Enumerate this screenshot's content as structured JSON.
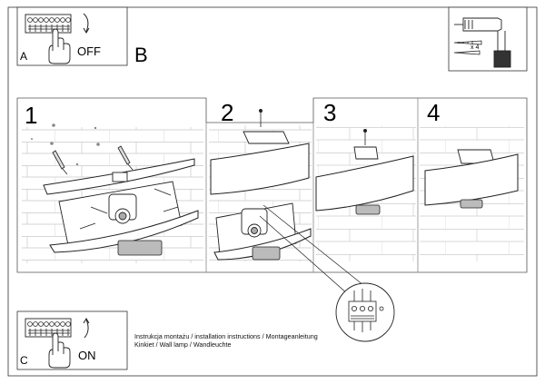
{
  "panels": {
    "a": {
      "letter": "A",
      "switch_label": "OFF"
    },
    "b": {
      "letter": "B"
    },
    "c": {
      "letter": "C",
      "switch_label": "ON"
    }
  },
  "tools": {
    "anchor_count": "x 4"
  },
  "steps": [
    {
      "number": "1"
    },
    {
      "number": "2"
    },
    {
      "number": "3"
    },
    {
      "number": "4"
    }
  ],
  "caption": {
    "line1": "Instrukcja montażu / installation instructions / Montageanleitung",
    "line2": "Kinkiet / Wall lamp / Wandleuchte"
  }
}
